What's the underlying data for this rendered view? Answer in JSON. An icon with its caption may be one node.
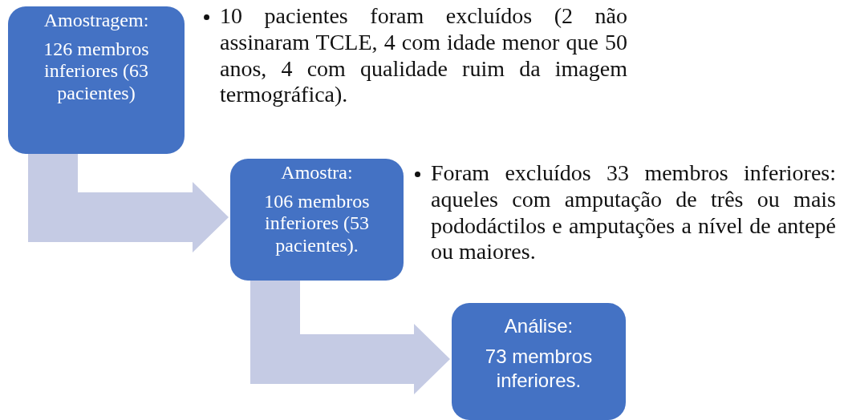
{
  "diagram": {
    "nodes": [
      {
        "text": [
          "Amostragem:",
          "126 membros inferiores (63 pacientes)"
        ],
        "beside": [
          "10 pacientes foram excluídos (2 não assinaram TCLE, 4 com idade menor que 50 anos, 4 com qualidade ruim da imagem termográfica)."
        ]
      },
      {
        "text": [
          "Amostra:",
          "106 membros inferiores (53 pacientes)."
        ],
        "beside": [
          "Foram excluídos 33 membros inferiores: aqueles com amputação de três ou mais pododáctilos e amputações a nível de antepé ou maiores."
        ]
      },
      {
        "text": [
          "Análise:",
          "73 membros inferiores."
        ]
      }
    ],
    "edges": [
      {
        "from": 0,
        "to": 1,
        "arrow": "to"
      },
      {
        "from": 1,
        "to": 2,
        "arrow": "to"
      }
    ]
  }
}
